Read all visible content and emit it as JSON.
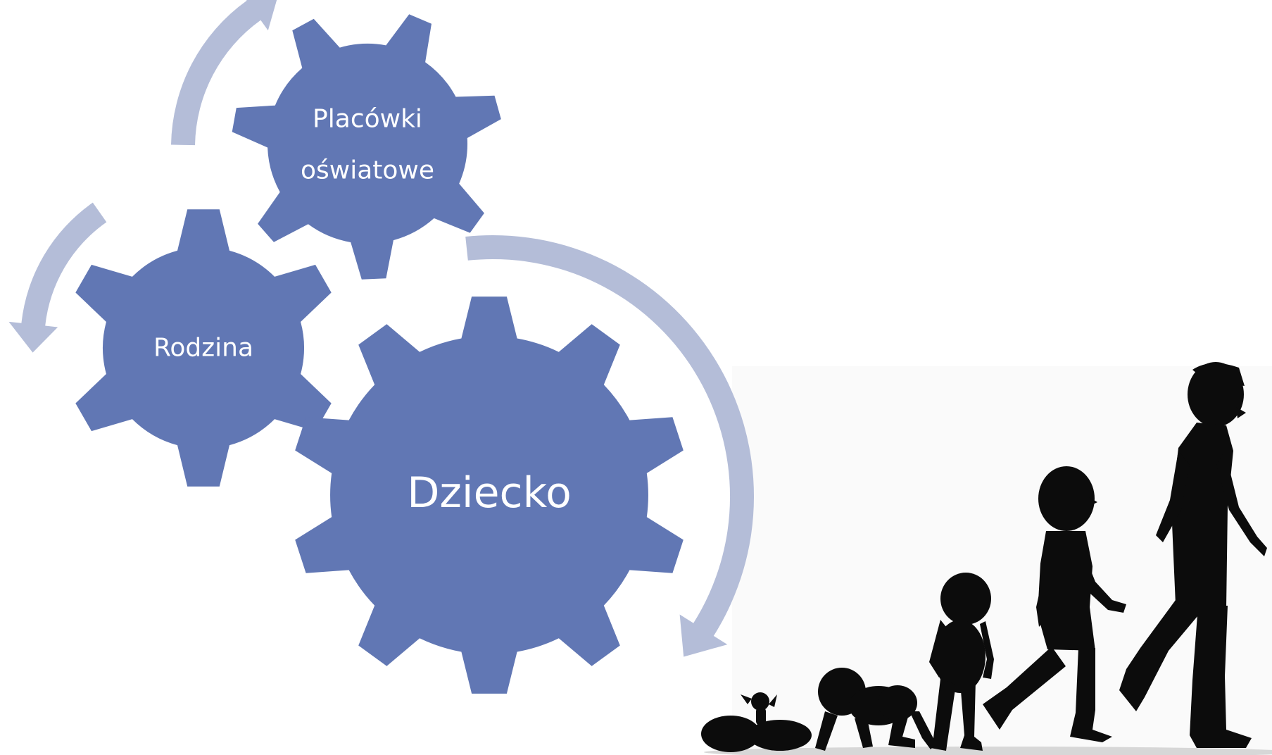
{
  "diagram": {
    "gears": [
      {
        "id": "child",
        "label": "Dziecko"
      },
      {
        "id": "family",
        "label": "Rodzina"
      },
      {
        "id": "school",
        "label_line1": "Placówki",
        "label_line2": "oświatowe"
      }
    ],
    "colors": {
      "gear_fill": "#6177b4",
      "arrow_fill": "#b4bdd8",
      "label_text": "#ffffff",
      "silhouette": "#0c0c0c"
    },
    "illustration": {
      "subject": "human growth silhouettes",
      "stages": [
        "baby-lying",
        "baby-crawling",
        "toddler",
        "child",
        "adult"
      ]
    }
  }
}
